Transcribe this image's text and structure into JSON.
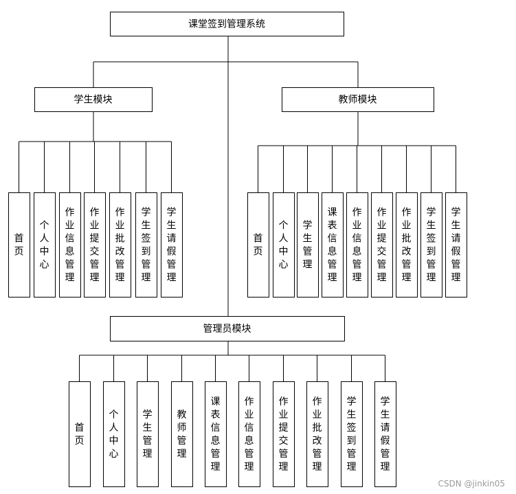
{
  "root": {
    "label": "课堂签到管理系统"
  },
  "modules": [
    {
      "key": "student",
      "label": "学生模块",
      "children": [
        "首页",
        "个人中心",
        "作业信息管理",
        "作业提交管理",
        "作业批改管理",
        "学生签到管理",
        "学生请假管理"
      ]
    },
    {
      "key": "teacher",
      "label": "教师模块",
      "children": [
        "首页",
        "个人中心",
        "学生管理",
        "课表信息管理",
        "作业信息管理",
        "作业提交管理",
        "作业批改管理",
        "学生签到管理",
        "学生请假管理"
      ]
    },
    {
      "key": "admin",
      "label": "管理员模块",
      "children": [
        "首页",
        "个人中心",
        "学生管理",
        "教师管理",
        "课表信息管理",
        "作业信息管理",
        "作业提交管理",
        "作业批改管理",
        "学生签到管理",
        "学生请假管理"
      ]
    }
  ],
  "watermark": "CSDN @jinkin05"
}
